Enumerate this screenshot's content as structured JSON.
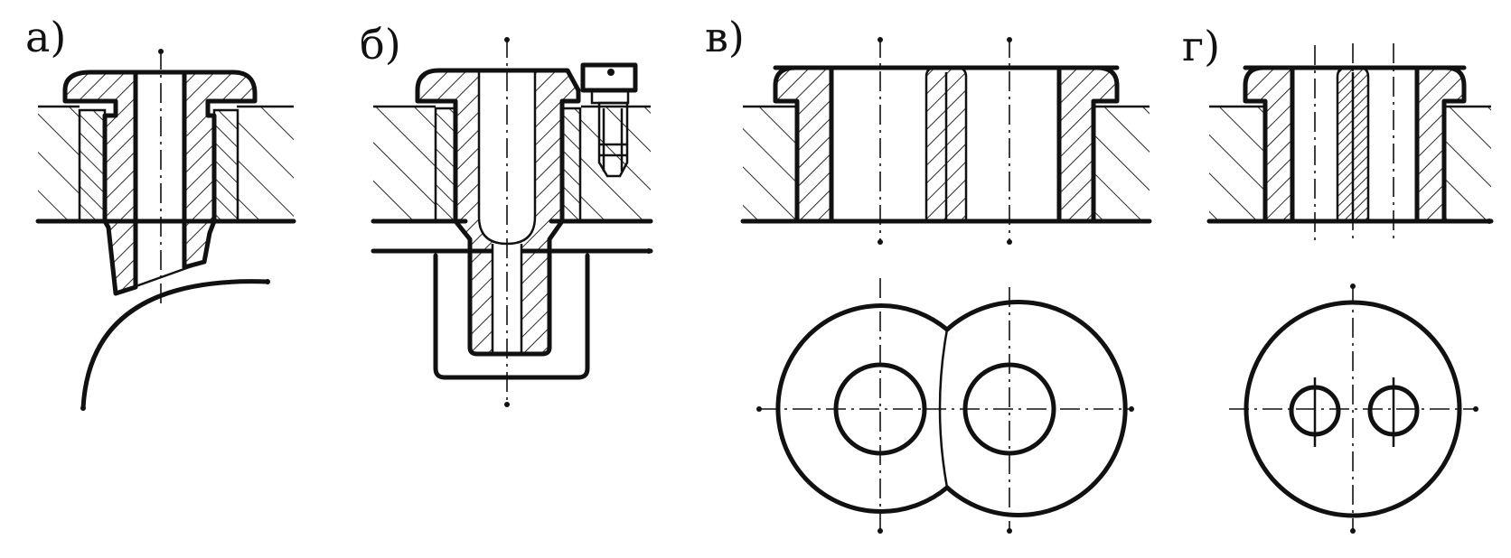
{
  "figure": {
    "labels": {
      "a": "а)",
      "b": "б)",
      "v": "в)",
      "g": "г)"
    }
  }
}
